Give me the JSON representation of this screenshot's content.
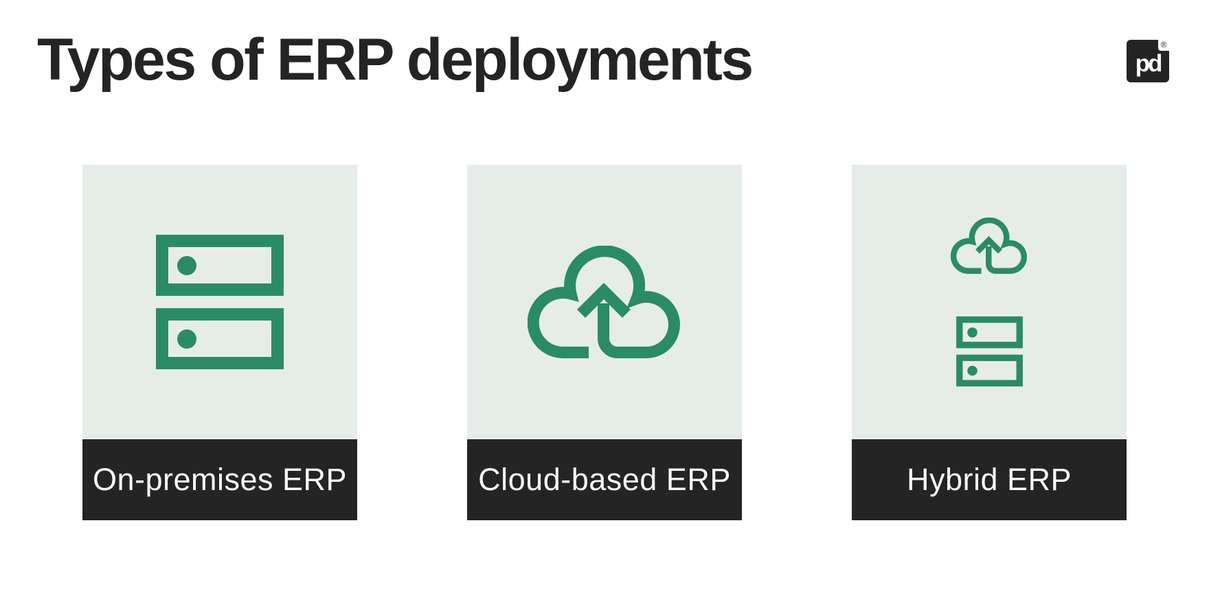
{
  "page": {
    "title": "Types of ERP deployments"
  },
  "logo": {
    "text": "pd",
    "registered": "®"
  },
  "colors": {
    "accent_green": "#2b8b67",
    "card_bg": "#e6ede9",
    "dark": "#242424",
    "label_text": "#fafafa",
    "page_bg": "#ffffff"
  },
  "cards": [
    {
      "label": "On-premises ERP",
      "icon": "server-icon"
    },
    {
      "label": "Cloud-based ERP",
      "icon": "cloud-upload-icon"
    },
    {
      "label": "Hybrid ERP",
      "icon": "cloud-upload-and-server-icons"
    }
  ]
}
